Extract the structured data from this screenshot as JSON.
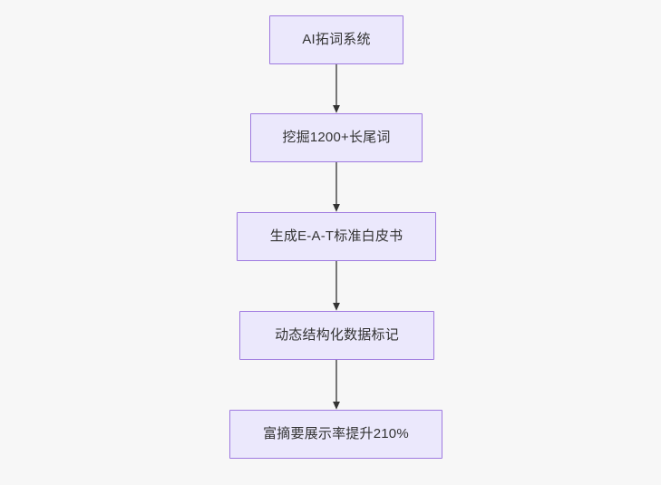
{
  "diagram": {
    "type": "flowchart",
    "orientation": "top-to-bottom",
    "background_color": "#f7f7f7",
    "node_fill_color": "#ebe8fc",
    "node_border_color": "#9f7ae0",
    "node_text_color": "#333333",
    "connector_color": "#777777",
    "arrowhead_color": "#333333",
    "nodes": [
      {
        "id": "n1",
        "label": "AI拓词系统"
      },
      {
        "id": "n2",
        "label": "挖掘1200+长尾词"
      },
      {
        "id": "n3",
        "label": "生成E-A-T标准白皮书"
      },
      {
        "id": "n4",
        "label": "动态结构化数据标记"
      },
      {
        "id": "n5",
        "label": "富摘要展示率提升210%"
      }
    ],
    "edges": [
      {
        "from": "n1",
        "to": "n2",
        "label": ""
      },
      {
        "from": "n2",
        "to": "n3",
        "label": ""
      },
      {
        "from": "n3",
        "to": "n4",
        "label": ""
      },
      {
        "from": "n4",
        "to": "n5",
        "label": ""
      }
    ]
  }
}
